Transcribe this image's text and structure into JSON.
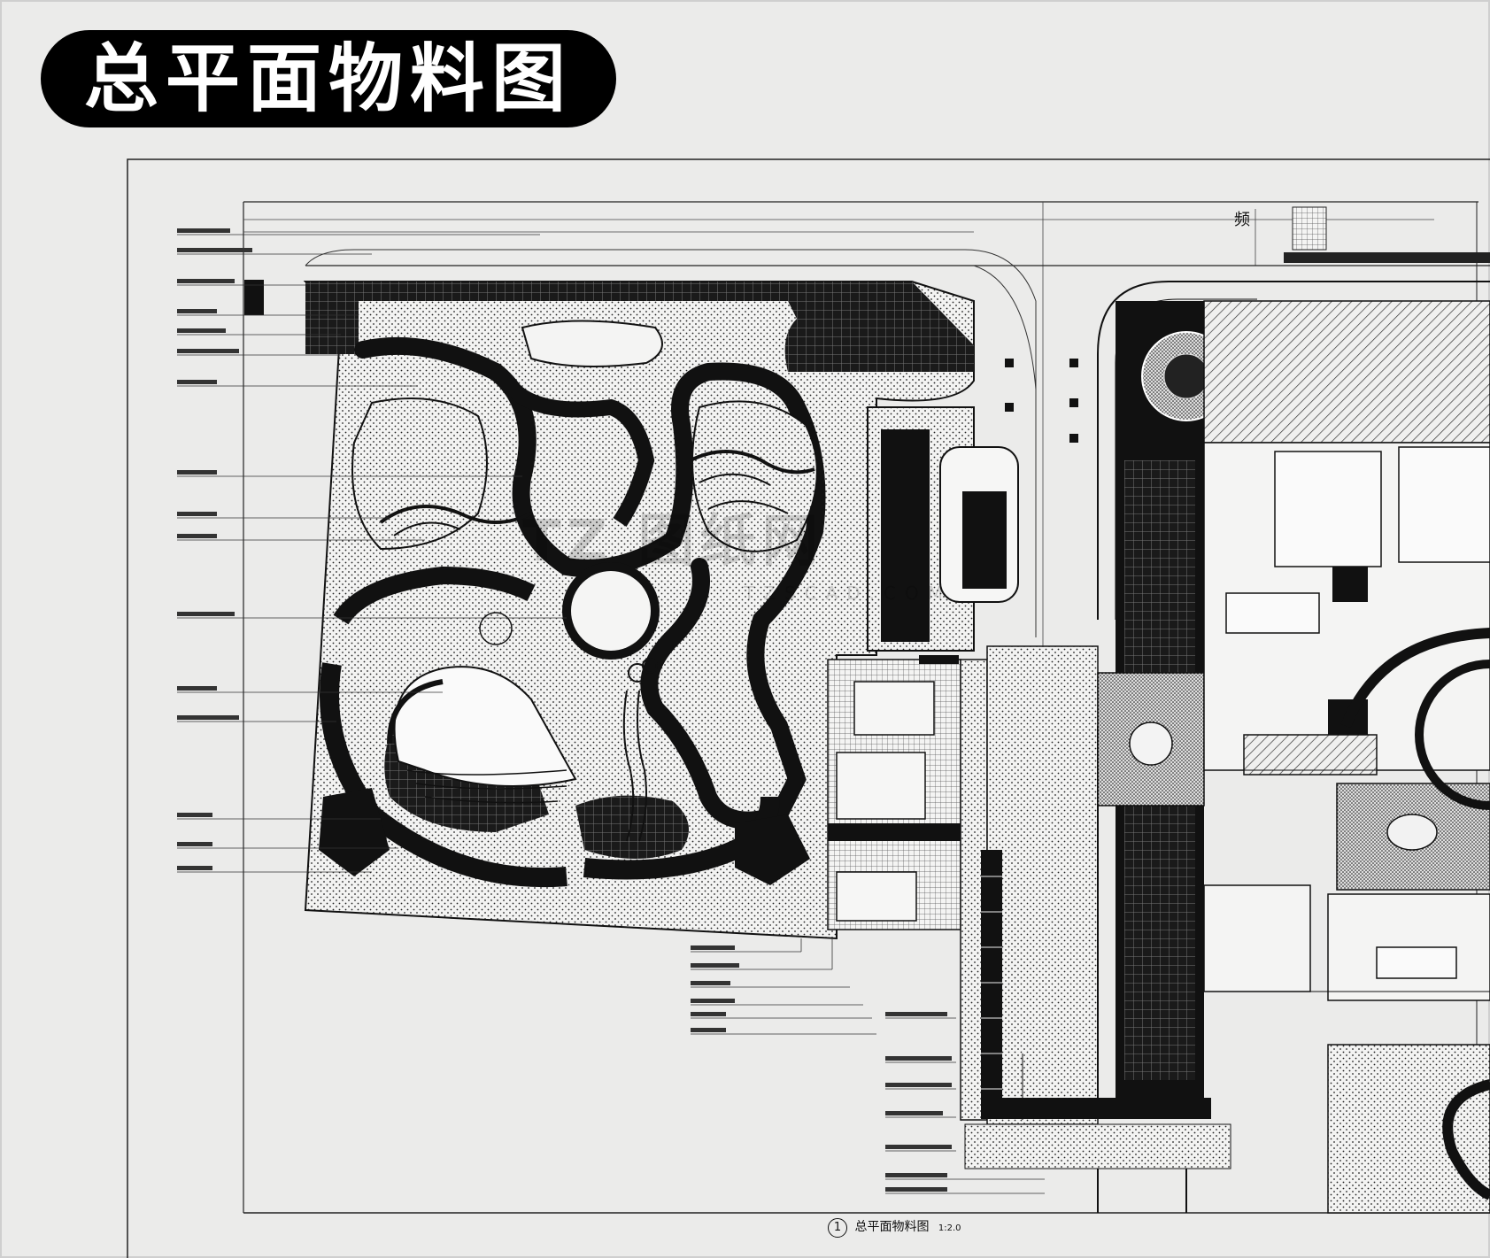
{
  "title": "总平面物料图",
  "caption": {
    "number": "1",
    "text": "总平面物料图",
    "scale": "1:2.0"
  },
  "top_label": "频",
  "watermark": {
    "text": "TZ 图纸网",
    "sub": "TZSCAD.COM"
  },
  "colors": {
    "background": "#ebebea",
    "ink": "#000000",
    "title_text": "#ffffff"
  }
}
